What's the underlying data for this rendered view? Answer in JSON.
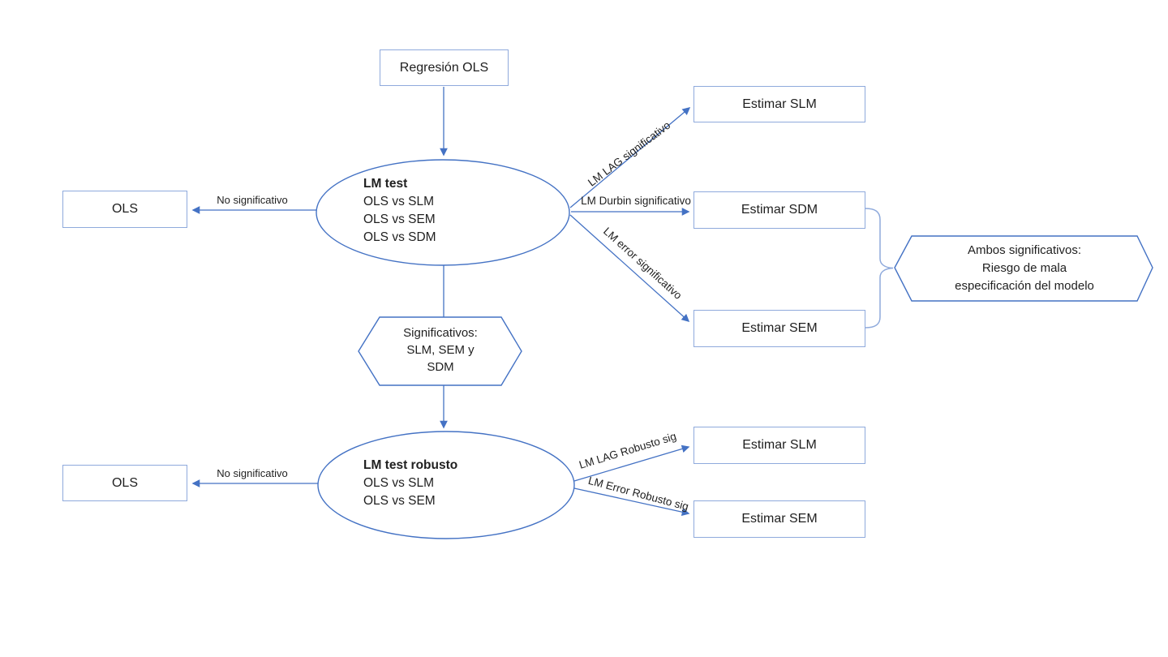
{
  "colors": {
    "connector": "#4472C4",
    "shape_border": "#4472C4",
    "box_border": "#8FAADC",
    "text": "#1f1f1f",
    "background": "#ffffff"
  },
  "nodes": {
    "regresion_ols": {
      "label": "Regresión OLS"
    },
    "lm_test": {
      "title": "LM test",
      "line1": "OLS vs SLM",
      "line2": "OLS vs SEM",
      "line3": "OLS vs SDM"
    },
    "ols_top": {
      "label": "OLS"
    },
    "estimar_slm_top": {
      "label": "Estimar SLM"
    },
    "estimar_sdm": {
      "label": "Estimar SDM"
    },
    "estimar_sem_top": {
      "label": "Estimar SEM"
    },
    "riesgo_hex": {
      "line1": "Ambos significativos:",
      "line2": "Riesgo de mala",
      "line3": "especificación del modelo"
    },
    "significativos_hex": {
      "line1": "Significativos:",
      "line2": "SLM, SEM y",
      "line3": "SDM"
    },
    "lm_test_robusto": {
      "title": "LM test robusto",
      "line1": "OLS vs SLM",
      "line2": "OLS vs SEM"
    },
    "ols_bottom": {
      "label": "OLS"
    },
    "estimar_slm_bottom": {
      "label": "Estimar SLM"
    },
    "estimar_sem_bottom": {
      "label": "Estimar SEM"
    }
  },
  "edge_labels": {
    "no_significativo_top": "No significativo",
    "lm_lag_significativo": "LM LAG significativo",
    "lm_durbin_significativo": "LM Durbin significativo",
    "lm_error_significativo": "LM error significativo",
    "no_significativo_bottom": "No significativo",
    "lm_lag_robusto_sig": "LM LAG Robusto sig",
    "lm_error_robusto_sig": "LM Error Robusto sig"
  }
}
